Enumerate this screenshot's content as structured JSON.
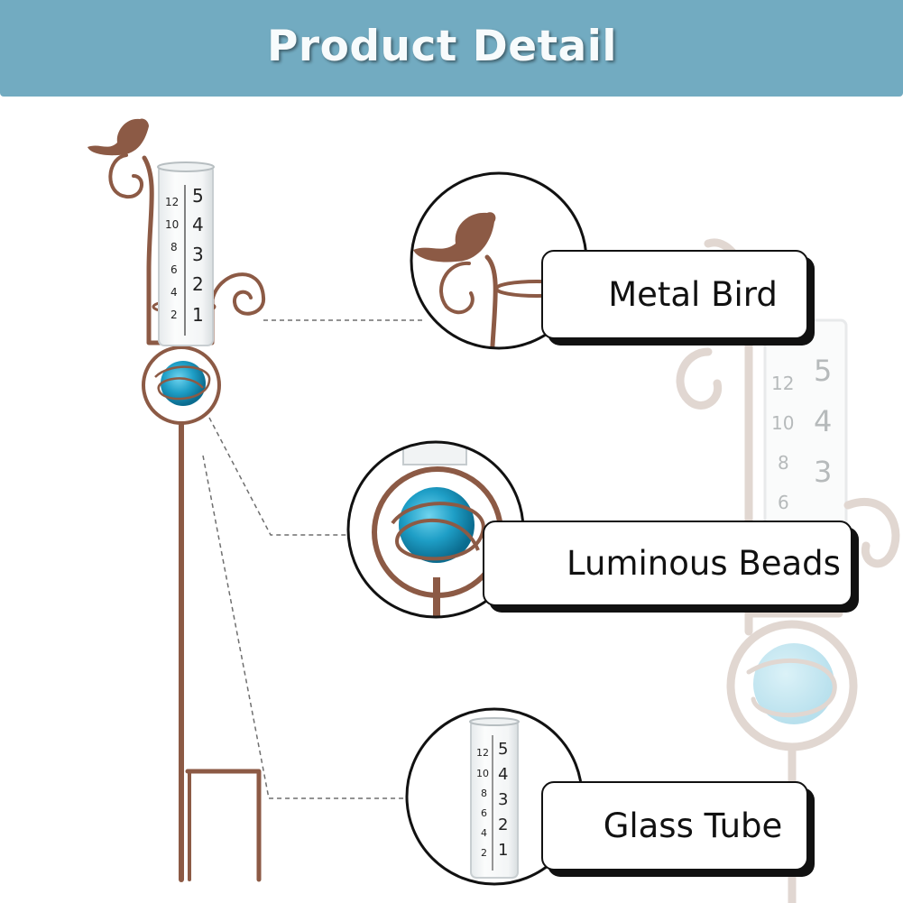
{
  "header": {
    "title": "Product Detail",
    "background": "#72abc1"
  },
  "callouts": {
    "metal_bird": "Metal Bird",
    "luminous_beads": "Luminous Beads",
    "glass_tube": "Glass Tube"
  },
  "gauge_scale": {
    "inch_labels": [
      "5",
      "4",
      "3",
      "2",
      "1"
    ],
    "cm_labels": [
      "12",
      "10",
      "8",
      "6",
      "4",
      "2"
    ]
  },
  "colors": {
    "metal": "#8c5a45",
    "bead": "#1fa3c9",
    "ghost": "#d9cfc9"
  }
}
